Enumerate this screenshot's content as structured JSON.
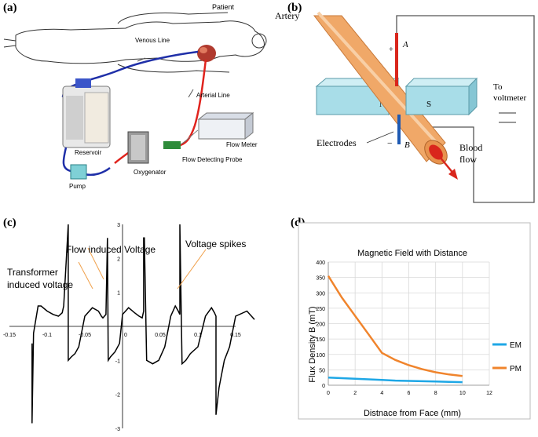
{
  "panel_a": {
    "label": "(a)",
    "patient": "Patient",
    "venous_line": "Venous Line",
    "arterial_line": "Arterial Line",
    "reservoir": "Reservoir",
    "pump": "Pump",
    "oxygenator": "Oxygenator",
    "flow_probe": "Flow Detecting Probe",
    "flow_meter": "Flow Meter",
    "colors": {
      "venous": "#1f2fa8",
      "arterial": "#e0231d"
    }
  },
  "panel_b": {
    "label": "(b)",
    "artery": "Artery",
    "electrode_a": "A",
    "electrode_b": "B",
    "pole_n": "N",
    "pole_s": "S",
    "plus": "+",
    "minus": "−",
    "to_voltmeter_1": "To",
    "to_voltmeter_2": "voltmeter",
    "electrodes": "Electrodes",
    "blood_1": "Blood",
    "blood_2": "flow",
    "colors": {
      "artery": "#f0a868",
      "magnet": "#a8dde8",
      "arrow": "#d9261c"
    }
  },
  "panel_c": {
    "label": "(c)",
    "ann_flow": "Flow induced Voltage",
    "ann_spikes": "Voltage spikes",
    "ann_transformer_1": "Transformer",
    "ann_transformer_2": "induced voltage",
    "chart_data": {
      "type": "line",
      "title": "",
      "xlim": [
        -0.15,
        0.15
      ],
      "ylim": [
        -3,
        3
      ],
      "x_ticks": [
        "-0.15",
        "-0.1",
        "-0.05",
        "0",
        "0.05",
        "0.1",
        "0.15"
      ],
      "y_ticks": [
        "3",
        "2",
        "1",
        "-1",
        "-2",
        "-3"
      ],
      "series": [
        {
          "x": [
            -0.12,
            -0.12,
            -0.118,
            -0.112,
            -0.108,
            -0.1,
            -0.092,
            -0.085,
            -0.08,
            -0.078,
            -0.072,
            -0.072,
            -0.072,
            -0.068,
            -0.063,
            -0.058,
            -0.05,
            -0.04,
            -0.032,
            -0.028,
            -0.026,
            -0.022,
            -0.02,
            -0.02,
            -0.019,
            -0.016,
            -0.01,
            -0.004,
            0,
            0.008,
            0.016,
            0.022,
            0.026,
            0.028,
            0.028,
            0.029,
            0.032,
            0.04,
            0.048,
            0.056,
            0.064,
            0.07,
            0.074,
            0.076,
            0.076,
            0.076,
            0.079,
            0.084,
            0.09,
            0.1,
            0.11,
            0.118,
            0.122,
            0.124,
            0.124,
            0.124,
            0.128,
            0.135,
            0.142,
            0.15,
            0.165,
            0.175
          ],
          "y": [
            -0.5,
            -2.85,
            -0.2,
            0.6,
            0.6,
            0.45,
            0.35,
            0.3,
            0.4,
            0.6,
            3.0,
            3.0,
            -1.0,
            -0.9,
            -0.8,
            -0.6,
            0.3,
            0.55,
            0.45,
            0.3,
            0.25,
            0.35,
            2.6,
            2.6,
            -1.0,
            -0.9,
            -0.75,
            -0.5,
            0.35,
            0.55,
            0.4,
            0.3,
            0.25,
            0.45,
            2.6,
            2.6,
            -1.0,
            -1.1,
            -1.0,
            -0.6,
            0.3,
            0.6,
            0.45,
            0.35,
            3.0,
            3.0,
            -1.1,
            -1.0,
            -0.8,
            -0.6,
            0.3,
            0.55,
            0.4,
            0.3,
            0.3,
            -2.6,
            -1.8,
            -1.0,
            -0.6,
            0.3,
            0.45,
            0.2
          ]
        }
      ]
    }
  },
  "panel_d": {
    "label": "(d)",
    "chart_data": {
      "type": "line",
      "title": "Magnetic Field with Distance",
      "xlabel": "Distnace from Face (mm)",
      "ylabel": "Flux Density B (mT)",
      "xlim": [
        0,
        12
      ],
      "ylim": [
        0,
        400
      ],
      "x_ticks": [
        "0",
        "2",
        "4",
        "6",
        "8",
        "10",
        "12"
      ],
      "y_ticks": [
        "0",
        "50",
        "100",
        "150",
        "200",
        "250",
        "300",
        "350",
        "400"
      ],
      "grid": true,
      "legend": "right",
      "series": [
        {
          "name": "EM",
          "color": "#1ea7e6",
          "x": [
            0,
            1,
            2,
            3,
            4,
            5,
            6,
            7,
            8,
            9,
            10
          ],
          "y": [
            25,
            23,
            21,
            19,
            17,
            15,
            14,
            13,
            12,
            11,
            10
          ]
        },
        {
          "name": "PM",
          "color": "#f0842c",
          "x": [
            0,
            1,
            2,
            3,
            4,
            5,
            6,
            7,
            8,
            9,
            10
          ],
          "y": [
            355,
            285,
            225,
            165,
            105,
            82,
            65,
            52,
            42,
            35,
            30
          ]
        }
      ]
    }
  }
}
